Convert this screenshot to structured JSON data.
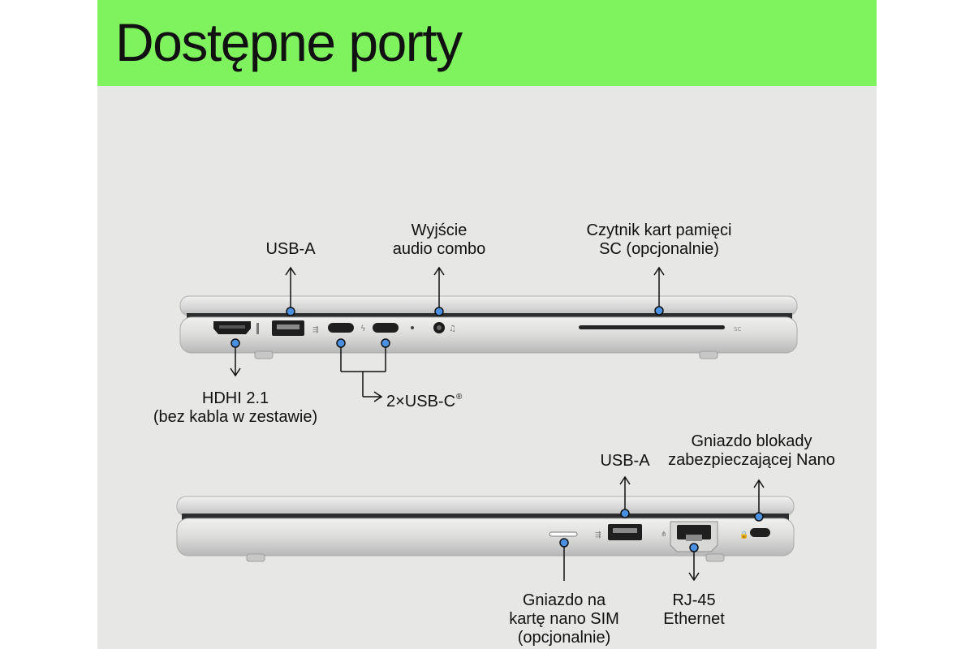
{
  "header": {
    "title": "Dostępne porty",
    "background": "#7ff35e"
  },
  "colors": {
    "panel": "#e7e7e6",
    "callout_dot": "#4a90e2",
    "callout_line": "#111111"
  },
  "left_side": {
    "usb_a": {
      "line1": "USB-A"
    },
    "audio": {
      "line1": "Wyjście",
      "line2": "audio combo"
    },
    "card_reader": {
      "line1": "Czytnik kart pamięci",
      "line2": "SC (opcjonalnie)"
    },
    "hdmi": {
      "line1": "HDHI 2.1",
      "line2": "(bez kabla w zestawie)"
    },
    "usb_c": {
      "text": "2×USB-C",
      "mark": "®"
    }
  },
  "right_side": {
    "lock": {
      "line1": "Gniazdo blokady",
      "line2": "zabezpieczającej Nano"
    },
    "usb_a": {
      "line1": "USB-A"
    },
    "sim": {
      "line1": "Gniazdo na",
      "line2": "kartę nano SIM",
      "line3": "(opcjonalnie)"
    },
    "rj45": {
      "line1": "RJ-45",
      "line2": "Ethernet"
    }
  },
  "icons": [
    "hdmi-port-icon",
    "usb-a-port-icon",
    "usb-c-port-icon",
    "thunderbolt-icon",
    "headphone-jack-icon",
    "headset-icon",
    "sd-slot-icon",
    "sim-slot-icon",
    "ethernet-port-icon",
    "lock-slot-icon",
    "lock-icon"
  ]
}
